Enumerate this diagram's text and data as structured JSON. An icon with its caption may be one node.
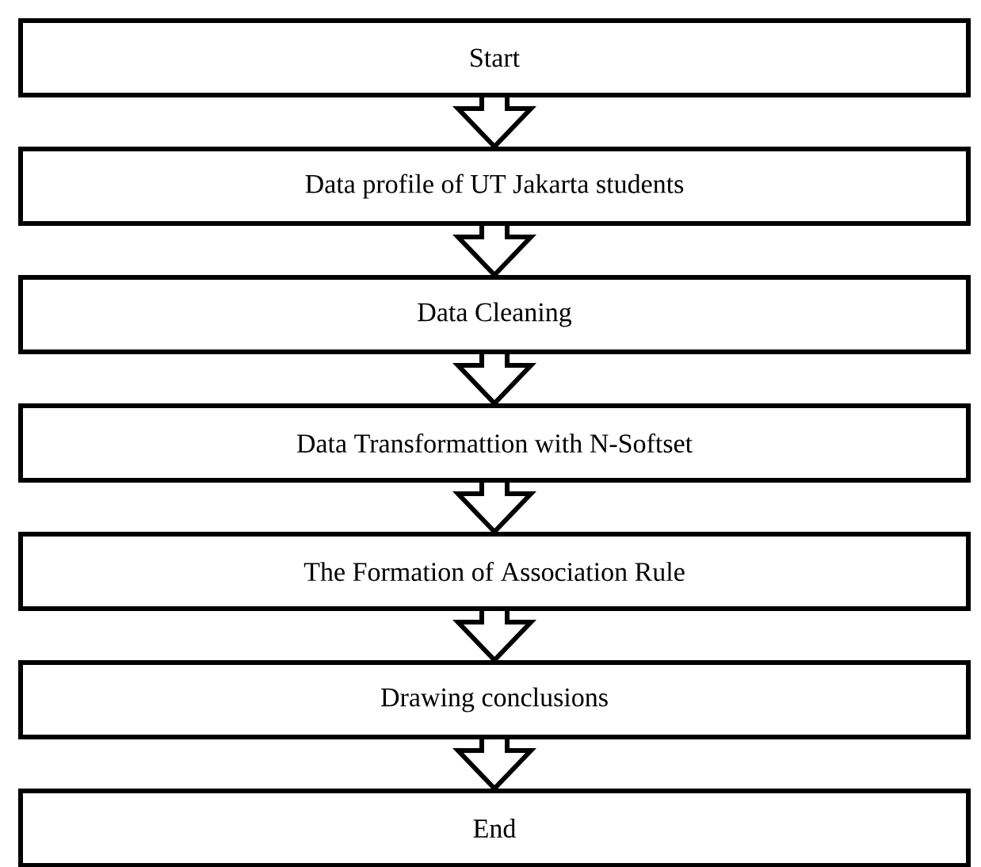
{
  "diagram": {
    "nodes": [
      {
        "text": [
          "Start"
        ]
      },
      {
        "text": [
          "Data profile of UT Jakarta students"
        ]
      },
      {
        "text": [
          "Data Cleaning"
        ]
      },
      {
        "text": [
          "Data Transformattion with N-Softset"
        ]
      },
      {
        "text": [
          "The Formation of Association Rule"
        ]
      },
      {
        "text": [
          "Drawing conclusions"
        ]
      },
      {
        "text": [
          "End"
        ]
      }
    ],
    "edges": [
      {
        "from": 0,
        "to": 1,
        "arrow": "to"
      },
      {
        "from": 1,
        "to": 2,
        "arrow": "to"
      },
      {
        "from": 2,
        "to": 3,
        "arrow": "to"
      },
      {
        "from": 3,
        "to": 4,
        "arrow": "to"
      },
      {
        "from": 4,
        "to": 5,
        "arrow": "to"
      },
      {
        "from": 5,
        "to": 6,
        "arrow": "to"
      }
    ]
  }
}
